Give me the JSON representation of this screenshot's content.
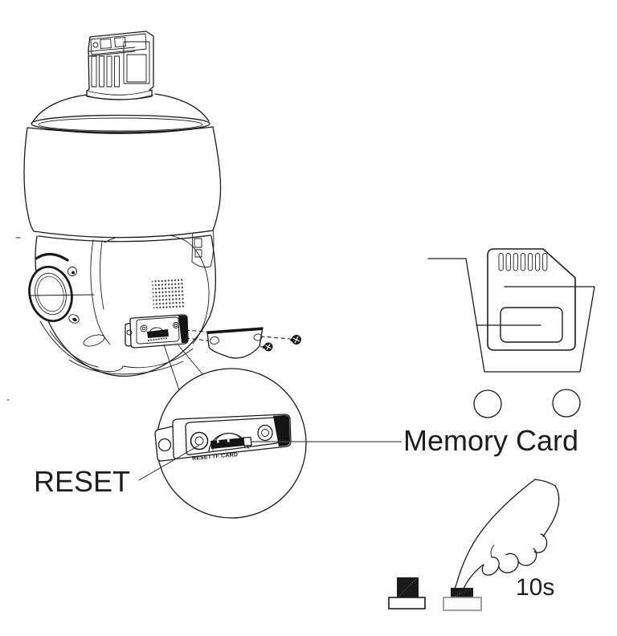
{
  "diagram": {
    "labels": {
      "reset": "RESET",
      "memory_card": "Memory Card",
      "duration": "10s"
    },
    "panel": {
      "reset_label": "RESET",
      "tf_card_label": "TF CARD"
    },
    "colors": {
      "line": "#1a1a1a",
      "text": "#1d1d1f",
      "background": "#ffffff",
      "leader_line": "#4a4a4a",
      "pressed_button_base_outline": "#8a8a8a"
    }
  }
}
